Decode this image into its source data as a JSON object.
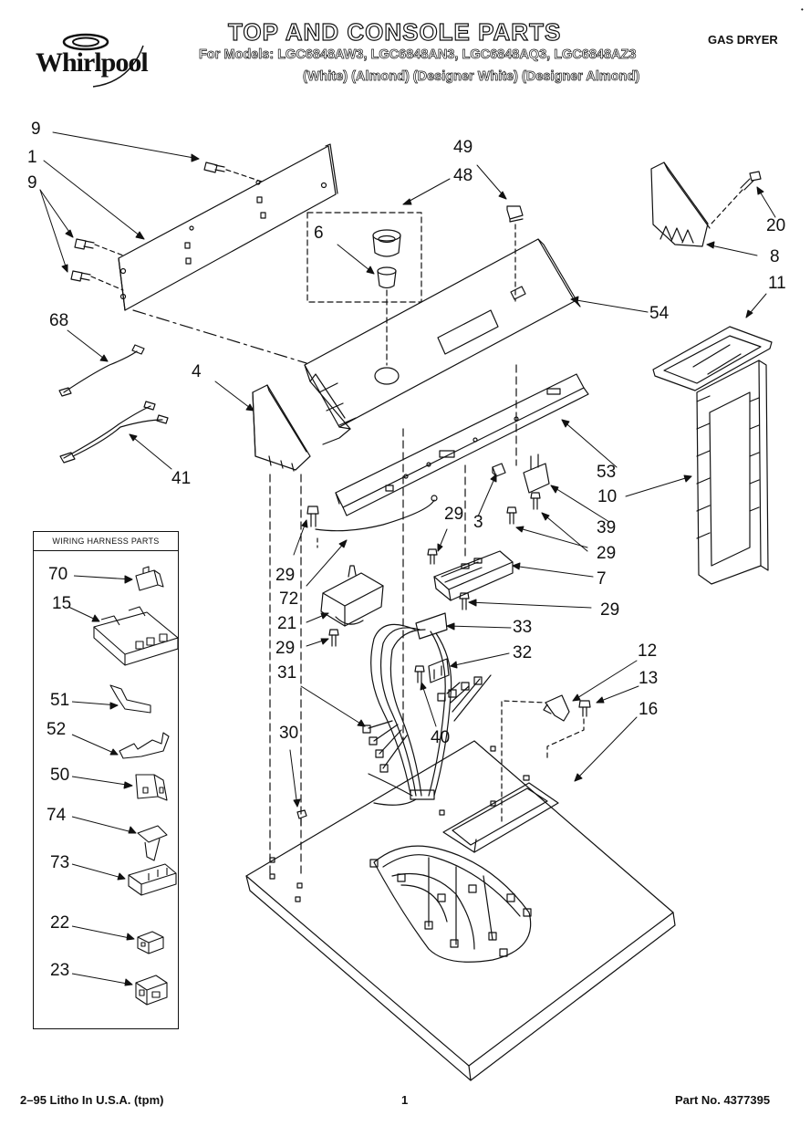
{
  "header": {
    "brand": "Whirlpool",
    "title": "TOP AND CONSOLE PARTS",
    "models_line": "For Models: LGC6848AW3, LGC6848AN3, LGC6848AQ3, LGC6848AZ3",
    "colors_line": "(White) (Almond) (Designer White) (Designer Almond)",
    "appliance": "GAS DRYER"
  },
  "harness_box": {
    "title": "WIRING HARNESS PARTS"
  },
  "callouts": {
    "c9a": "9",
    "c1": "1",
    "c9b": "9",
    "c49": "49",
    "c48": "48",
    "c6": "6",
    "c20": "20",
    "c8": "8",
    "c11": "11",
    "c54": "54",
    "c68": "68",
    "c4": "4",
    "c41": "41",
    "c53": "53",
    "c10": "10",
    "c3": "3",
    "c39": "39",
    "c29a": "29",
    "c29b": "29",
    "c29c": "29",
    "c29d": "29",
    "c29e": "29",
    "c72": "72",
    "c21": "21",
    "c7": "7",
    "c33": "33",
    "c32": "32",
    "c31": "31",
    "c12": "12",
    "c13": "13",
    "c16": "16",
    "c40": "40",
    "c30": "30"
  },
  "harness_callouts": {
    "h70": "70",
    "h15": "15",
    "h51": "51",
    "h52": "52",
    "h50": "50",
    "h74": "74",
    "h73": "73",
    "h22": "22",
    "h23": "23"
  },
  "footer": {
    "litho": "2–95 Litho In U.S.A. (tpm)",
    "page": "1",
    "part_no": "Part No. 4377395"
  }
}
